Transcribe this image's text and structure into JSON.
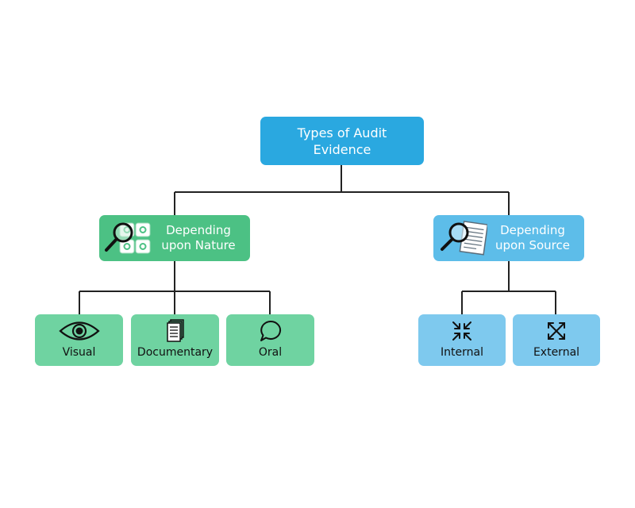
{
  "diagram": {
    "root": {
      "label": "Types of Audit Evidence"
    },
    "categories": [
      {
        "label": "Depending upon Nature",
        "icon": "magnifier-gears-icon",
        "color": "#4cc184",
        "leaves": [
          {
            "label": "Visual",
            "icon": "eye-icon"
          },
          {
            "label": "Documentary",
            "icon": "documents-icon"
          },
          {
            "label": "Oral",
            "icon": "speech-bubble-icon"
          }
        ]
      },
      {
        "label": "Depending upon Source",
        "icon": "magnifier-document-icon",
        "color": "#5dbde9",
        "leaves": [
          {
            "label": "Internal",
            "icon": "arrows-inward-icon"
          },
          {
            "label": "External",
            "icon": "arrows-outward-icon"
          }
        ]
      }
    ],
    "colors": {
      "root": "#2aa8e0",
      "nature_leaf": "#6fd3a1",
      "source_leaf": "#7ec9ee",
      "connector": "#222222"
    }
  }
}
